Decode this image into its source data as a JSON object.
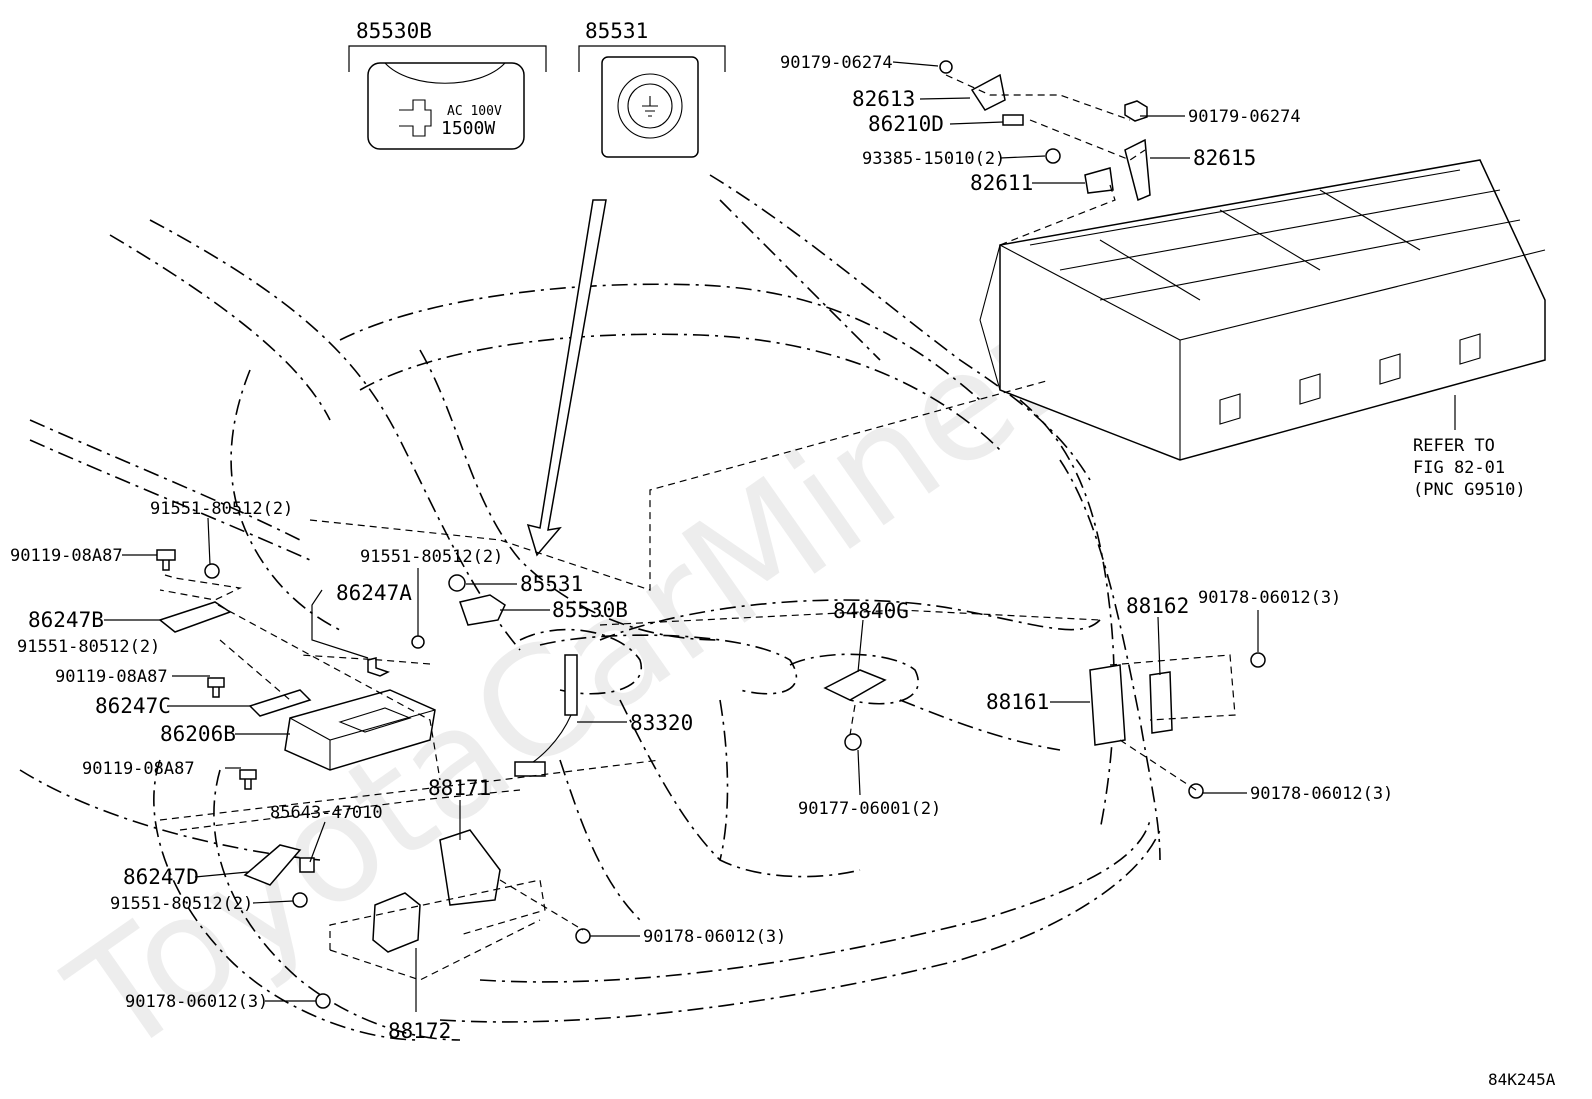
{
  "watermark": "ToyotaCarMiner.ru",
  "figure_code": "84K245A",
  "insets": [
    {
      "id": "85530B",
      "label": "85530B",
      "line1": "AC 100V",
      "line2": "1500W"
    },
    {
      "id": "85531",
      "label": "85531"
    }
  ],
  "callouts": [
    {
      "id": "c01",
      "text": "90179-06274"
    },
    {
      "id": "c02",
      "text": "82613"
    },
    {
      "id": "c03",
      "text": "86210D"
    },
    {
      "id": "c04",
      "text": "93385-15010(2)"
    },
    {
      "id": "c05",
      "text": "82611"
    },
    {
      "id": "c06",
      "text": "90179-06274"
    },
    {
      "id": "c07",
      "text": "82615"
    },
    {
      "id": "c08",
      "text": "91551-80512(2)"
    },
    {
      "id": "c09",
      "text": "90119-08A87"
    },
    {
      "id": "c10",
      "text": "86247B"
    },
    {
      "id": "c11",
      "text": "91551-80512(2)"
    },
    {
      "id": "c12",
      "text": "90119-08A87"
    },
    {
      "id": "c13",
      "text": "86247C"
    },
    {
      "id": "c14",
      "text": "86206B"
    },
    {
      "id": "c15",
      "text": "90119-08A87"
    },
    {
      "id": "c16",
      "text": "85643-47010"
    },
    {
      "id": "c17",
      "text": "86247D"
    },
    {
      "id": "c18",
      "text": "91551-80512(2)"
    },
    {
      "id": "c19",
      "text": "90178-06012(3)"
    },
    {
      "id": "c20",
      "text": "88172"
    },
    {
      "id": "c21",
      "text": "88171"
    },
    {
      "id": "c22",
      "text": "90178-06012(3)"
    },
    {
      "id": "c23",
      "text": "91551-80512(2)"
    },
    {
      "id": "c24",
      "text": "86247A"
    },
    {
      "id": "c25",
      "text": "85531"
    },
    {
      "id": "c26",
      "text": "85530B"
    },
    {
      "id": "c27",
      "text": "83320"
    },
    {
      "id": "c28",
      "text": "84840G"
    },
    {
      "id": "c29",
      "text": "90177-06001(2)"
    },
    {
      "id": "c30",
      "text": "88162"
    },
    {
      "id": "c31",
      "text": "90178-06012(3)"
    },
    {
      "id": "c32",
      "text": "88161"
    },
    {
      "id": "c33",
      "text": "90178-06012(3)"
    }
  ],
  "refer_note": [
    "REFER TO",
    "FIG 82-01",
    "(PNC G9510)"
  ]
}
